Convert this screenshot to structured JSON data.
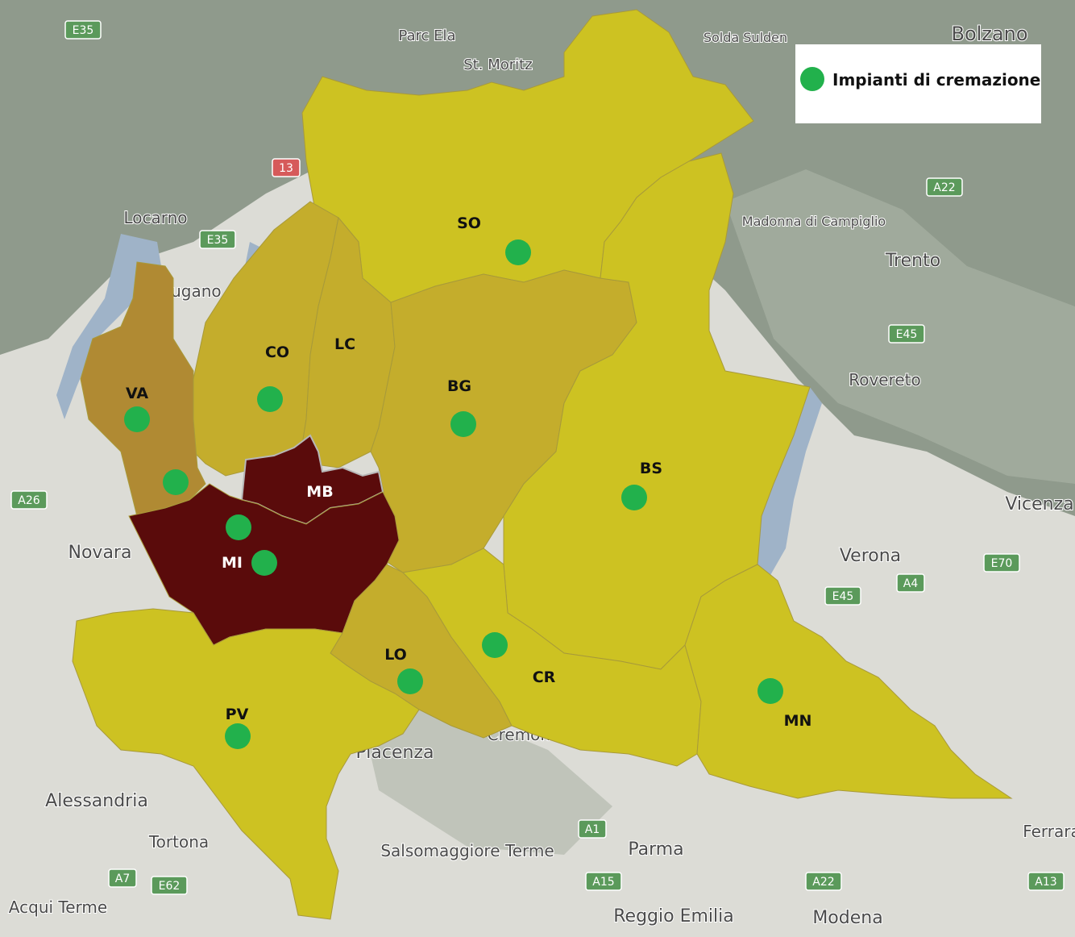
{
  "legend": {
    "label": "Impianti di cremazione",
    "marker_color": "#22b14c"
  },
  "colors": {
    "province_yellow": "#cdc222",
    "province_olive": "#c4ad2c",
    "province_ochre": "#b08a33",
    "province_dark": "#5a0b0b",
    "marker": "#22b14c",
    "terrain_mountain": "#8f9a8c",
    "terrain_plain": "#dcdcd6"
  },
  "provinces": [
    {
      "code": "SO",
      "color": "#cdc222"
    },
    {
      "code": "CO",
      "color": "#c4ad2c"
    },
    {
      "code": "LC",
      "color": "#c4ad2c"
    },
    {
      "code": "VA",
      "color": "#b08a33"
    },
    {
      "code": "BG",
      "color": "#c4ad2c"
    },
    {
      "code": "BS",
      "color": "#cdc222"
    },
    {
      "code": "MB",
      "color": "#5a0b0b"
    },
    {
      "code": "MI",
      "color": "#5a0b0b"
    },
    {
      "code": "LO",
      "color": "#c4ad2c"
    },
    {
      "code": "CR",
      "color": "#cdc222"
    },
    {
      "code": "PV",
      "color": "#cdc222"
    },
    {
      "code": "MN",
      "color": "#cdc222"
    }
  ],
  "places": [
    "Bolzano",
    "Trento",
    "Rovereto",
    "Verona",
    "Vicenza",
    "Novara",
    "Alessandria",
    "Tortona",
    "Piacenza",
    "Parma",
    "Reggio Emilia",
    "Modena",
    "Salsomaggiore Terme",
    "Acqui Terme",
    "Locarno",
    "Lugano",
    "St. Moritz",
    "Solda Sulden",
    "Madonna di Campiglio",
    "Parc Ela",
    "Cremona",
    "Ferrara"
  ],
  "roads": [
    "E35",
    "13",
    "E35",
    "A22",
    "E45",
    "A26",
    "A4",
    "E70",
    "E45",
    "A1",
    "A15",
    "A7",
    "E62",
    "A22",
    "A13"
  ]
}
